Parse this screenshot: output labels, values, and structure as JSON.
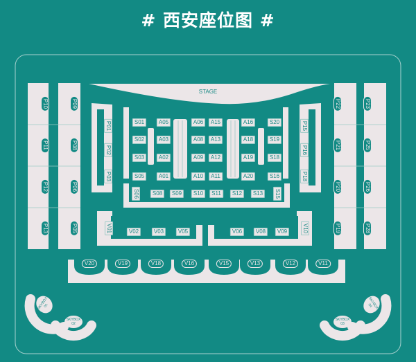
{
  "title": "# 西安座位图 #",
  "colors": {
    "background": "#128a84",
    "seat_area": "#ece6e8",
    "label_text": "#1a8a85"
  },
  "stage": {
    "label": "STAGE"
  },
  "outer_left_columns": [
    [
      "P10",
      "P11",
      "P12",
      "P13"
    ],
    [
      "P09",
      "P08",
      "P06",
      "P05"
    ]
  ],
  "outer_right_columns": [
    [
      "P22",
      "P21",
      "P20",
      "P19"
    ],
    [
      "P23",
      "P25",
      "P26",
      "P28"
    ]
  ],
  "left_bracket": [
    "P01",
    "P02",
    "P03"
  ],
  "right_bracket": [
    "P15",
    "P16",
    "P18"
  ],
  "floor_grid": [
    [
      "S01",
      "S02",
      "S03",
      "S05"
    ],
    [
      "A05",
      "A03",
      "A02",
      "A01"
    ],
    [
      "A06",
      "A08",
      "A09",
      "A10"
    ],
    [
      "A15",
      "A13",
      "A12",
      "A11"
    ],
    [
      "A16",
      "A18",
      "A19",
      "A20"
    ],
    [
      "S20",
      "S19",
      "S18",
      "S16"
    ]
  ],
  "floor_bottom_row": [
    "S06",
    "S08",
    "S09",
    "S10",
    "S11",
    "S12",
    "S13",
    "S15"
  ],
  "v_row": [
    "V01",
    "V02",
    "V03",
    "V05",
    "V06",
    "V08",
    "V09",
    "V10"
  ],
  "v_arc_row": [
    "V20",
    "V19",
    "V18",
    "V16",
    "V15",
    "V13",
    "V12",
    "V11"
  ],
  "skyboxes": [
    "SKYBOX 01",
    "SKYBOX 02",
    "SKYBOX 03",
    "SKYBOX 04"
  ]
}
